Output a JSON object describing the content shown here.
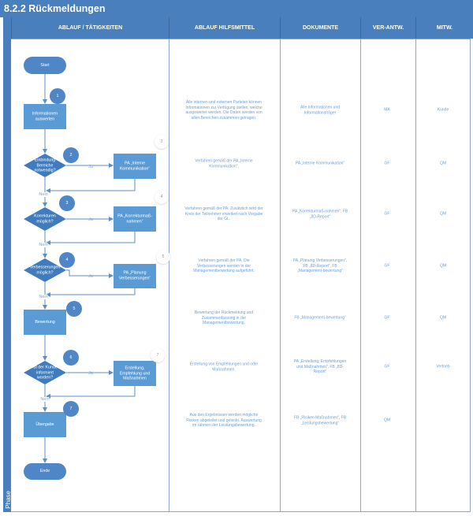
{
  "title": "8.2.2 Rückmeldungen",
  "columns": [
    "ABLAUF / TÄTIGKEITEN",
    "ABLAUF HILFSMITTEL",
    "DOKUMENTE",
    "VER-ANTW.",
    "MITW."
  ],
  "phase_label": "Phase",
  "colors": {
    "header": "#4a7fbd",
    "shape": "#5b9bd5",
    "decision": "#3f7bbd",
    "text": "#6fa0d3"
  },
  "flow": {
    "start": "Start",
    "end": "Ende",
    "steps": [
      "Informationen auswerten",
      "PA „Interne Kommunikation“",
      "PA „Korrekturmaß-nahmen“",
      "PA „Planung Verbesserungen“",
      "Bewertung",
      "Erstellung, Empfehlung und Maßnahmen",
      "Übergabe"
    ],
    "decisions": [
      "Einbindung Bereiche notwendig?",
      "Korrekturen möglich?",
      "Verbesserungen möglich?",
      "Ist der Kunde informiert worden?"
    ],
    "yes": "Ja",
    "no": "Nein",
    "step_numbers": [
      "1",
      "2",
      "3",
      "4",
      "5",
      "6",
      "7"
    ],
    "ref_numbers": [
      "3",
      "4",
      "5",
      "7"
    ]
  },
  "rows": [
    {
      "hilfsmittel": "Alle internen und externen Parteien können Informationen zur Verfügung stellen, welche ausgewertet werden. Die Daten werden von allen Bereichen zusammen getragen.",
      "dokumente": "Alle Informationen und Informationsträger",
      "ver": "MA",
      "mitw": "Kunde"
    },
    {
      "hilfsmittel": "Verfahren gemäß der PA „Interne Kommunikation“.",
      "dokumente": "PA „Interne Kommunikation“",
      "ver": "GF",
      "mitw": "QM"
    },
    {
      "hilfsmittel": "Verfahren gemäß der PA. Zusätzlich wird der Kreis der Teilnehmer erweitert nach Vorgabe der GL.",
      "dokumente": "PA „Korrekturmaß-nahmen“, FB „8D-Report“",
      "ver": "GF",
      "mitw": "QM"
    },
    {
      "hilfsmittel": "Verfahren gemäß der PA. Die Verbesserungen werden in der Managementbewertung aufgeführt.",
      "dokumente": "PA „Planung Verbesserungen“, FB „8D-Report“, FB „Management-bewertung“",
      "ver": "GF",
      "mitw": "QM"
    },
    {
      "hilfsmittel": "Bewertung der Rückmeldung und Zusammenfassung in der Managementbewertung.",
      "dokumente": "FB „Management-bewertung“",
      "ver": "GF",
      "mitw": "QM"
    },
    {
      "hilfsmittel": "Erstellung von Empfehlungen und oder Maßnahmen.",
      "dokumente": "PA „Erstellung, Empfehlungen und Maßnahmen“, FB „8D-Report“",
      "ver": "GF",
      "mitw": "Vertrieb"
    },
    {
      "hilfsmittel": "Aus den Ergebnissen werden mögliche Risiken abgeleitet und gelenkt. Auswertung im rahmen der Leistungsbewertung.",
      "dokumente": "FB „Risiken Maßnahmen“, FB „Leistungsbewertung“",
      "ver": "QM",
      "mitw": ""
    }
  ]
}
